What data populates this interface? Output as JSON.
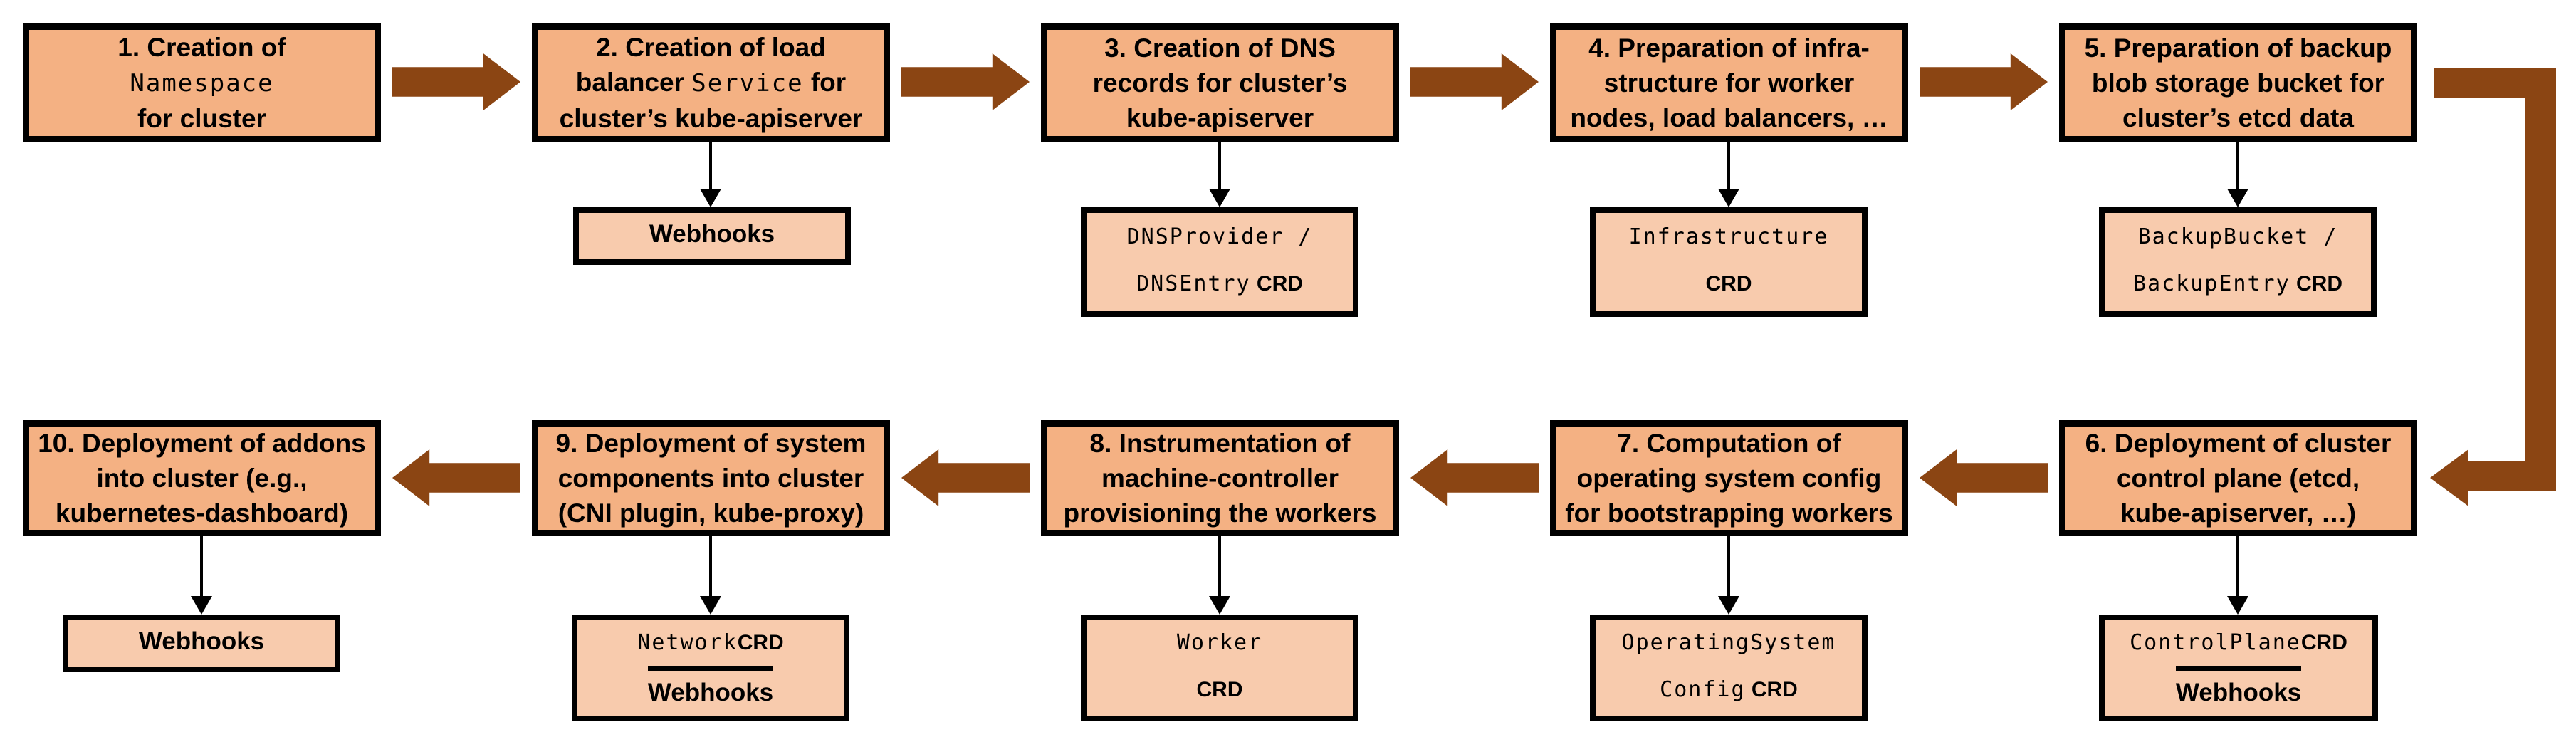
{
  "diagram": {
    "colors": {
      "main_box_fill": "#F4B183",
      "sub_box_fill": "#F8CBAD",
      "border": "#000000",
      "flow_arrow": "#8B4513",
      "background": "#FFFFFF"
    },
    "flow_direction": "snake: row 1 left-to-right, elbow down on right, row 2 right-to-left",
    "steps": [
      {
        "id": 1,
        "lines": [
          [
            "1. Creation of"
          ],
          [
            "Namespace"
          ],
          [
            "for cluster"
          ]
        ]
      },
      {
        "id": 2,
        "lines": [
          [
            "2. Creation of load"
          ],
          [
            "balancer ",
            "Service",
            " for"
          ],
          [
            "cluster’s kube-apiserver"
          ]
        ],
        "sub": [
          [
            "Webhooks"
          ]
        ]
      },
      {
        "id": 3,
        "lines": [
          [
            "3. Creation of DNS"
          ],
          [
            "records for cluster’s"
          ],
          [
            "kube-apiserver"
          ]
        ],
        "sub": [
          [
            "DNSProvider /"
          ],
          [
            "DNSEntry",
            " CRD"
          ]
        ]
      },
      {
        "id": 4,
        "lines": [
          [
            "4. Preparation of infra-"
          ],
          [
            "structure for worker"
          ],
          [
            "nodes, load balancers, …"
          ]
        ],
        "sub": [
          [
            "Infrastructure"
          ],
          [
            "CRD"
          ]
        ]
      },
      {
        "id": 5,
        "lines": [
          [
            "5. Preparation of backup"
          ],
          [
            "blob storage bucket for"
          ],
          [
            "cluster’s etcd data"
          ]
        ],
        "sub": [
          [
            "BackupBucket /"
          ],
          [
            "BackupEntry",
            " CRD"
          ]
        ]
      },
      {
        "id": 6,
        "lines": [
          [
            "6. Deployment of cluster"
          ],
          [
            "control plane (etcd,"
          ],
          [
            "kube-apiserver, …)"
          ]
        ],
        "sub": [
          [
            "ControlPlane",
            " CRD"
          ],
          [
            "Webhooks"
          ]
        ]
      },
      {
        "id": 7,
        "lines": [
          [
            "7. Computation of"
          ],
          [
            "operating system config"
          ],
          [
            "for bootstrapping workers"
          ]
        ],
        "sub": [
          [
            "OperatingSystem"
          ],
          [
            "Config",
            " CRD"
          ]
        ]
      },
      {
        "id": 8,
        "lines": [
          [
            "8. Instrumentation of"
          ],
          [
            "machine-controller"
          ],
          [
            "provisioning the workers"
          ]
        ],
        "sub": [
          [
            "Worker"
          ],
          [
            "CRD"
          ]
        ]
      },
      {
        "id": 9,
        "lines": [
          [
            "9. Deployment of system"
          ],
          [
            "components into cluster"
          ],
          [
            "(CNI plugin, kube-proxy)"
          ]
        ],
        "sub": [
          [
            "Network",
            " CRD"
          ],
          [
            "Webhooks"
          ]
        ]
      },
      {
        "id": 10,
        "lines": [
          [
            "10. Deployment of addons"
          ],
          [
            "into cluster (e.g.,"
          ],
          [
            "kubernetes-dashboard)"
          ]
        ],
        "sub": [
          [
            "Webhooks"
          ]
        ]
      }
    ]
  }
}
